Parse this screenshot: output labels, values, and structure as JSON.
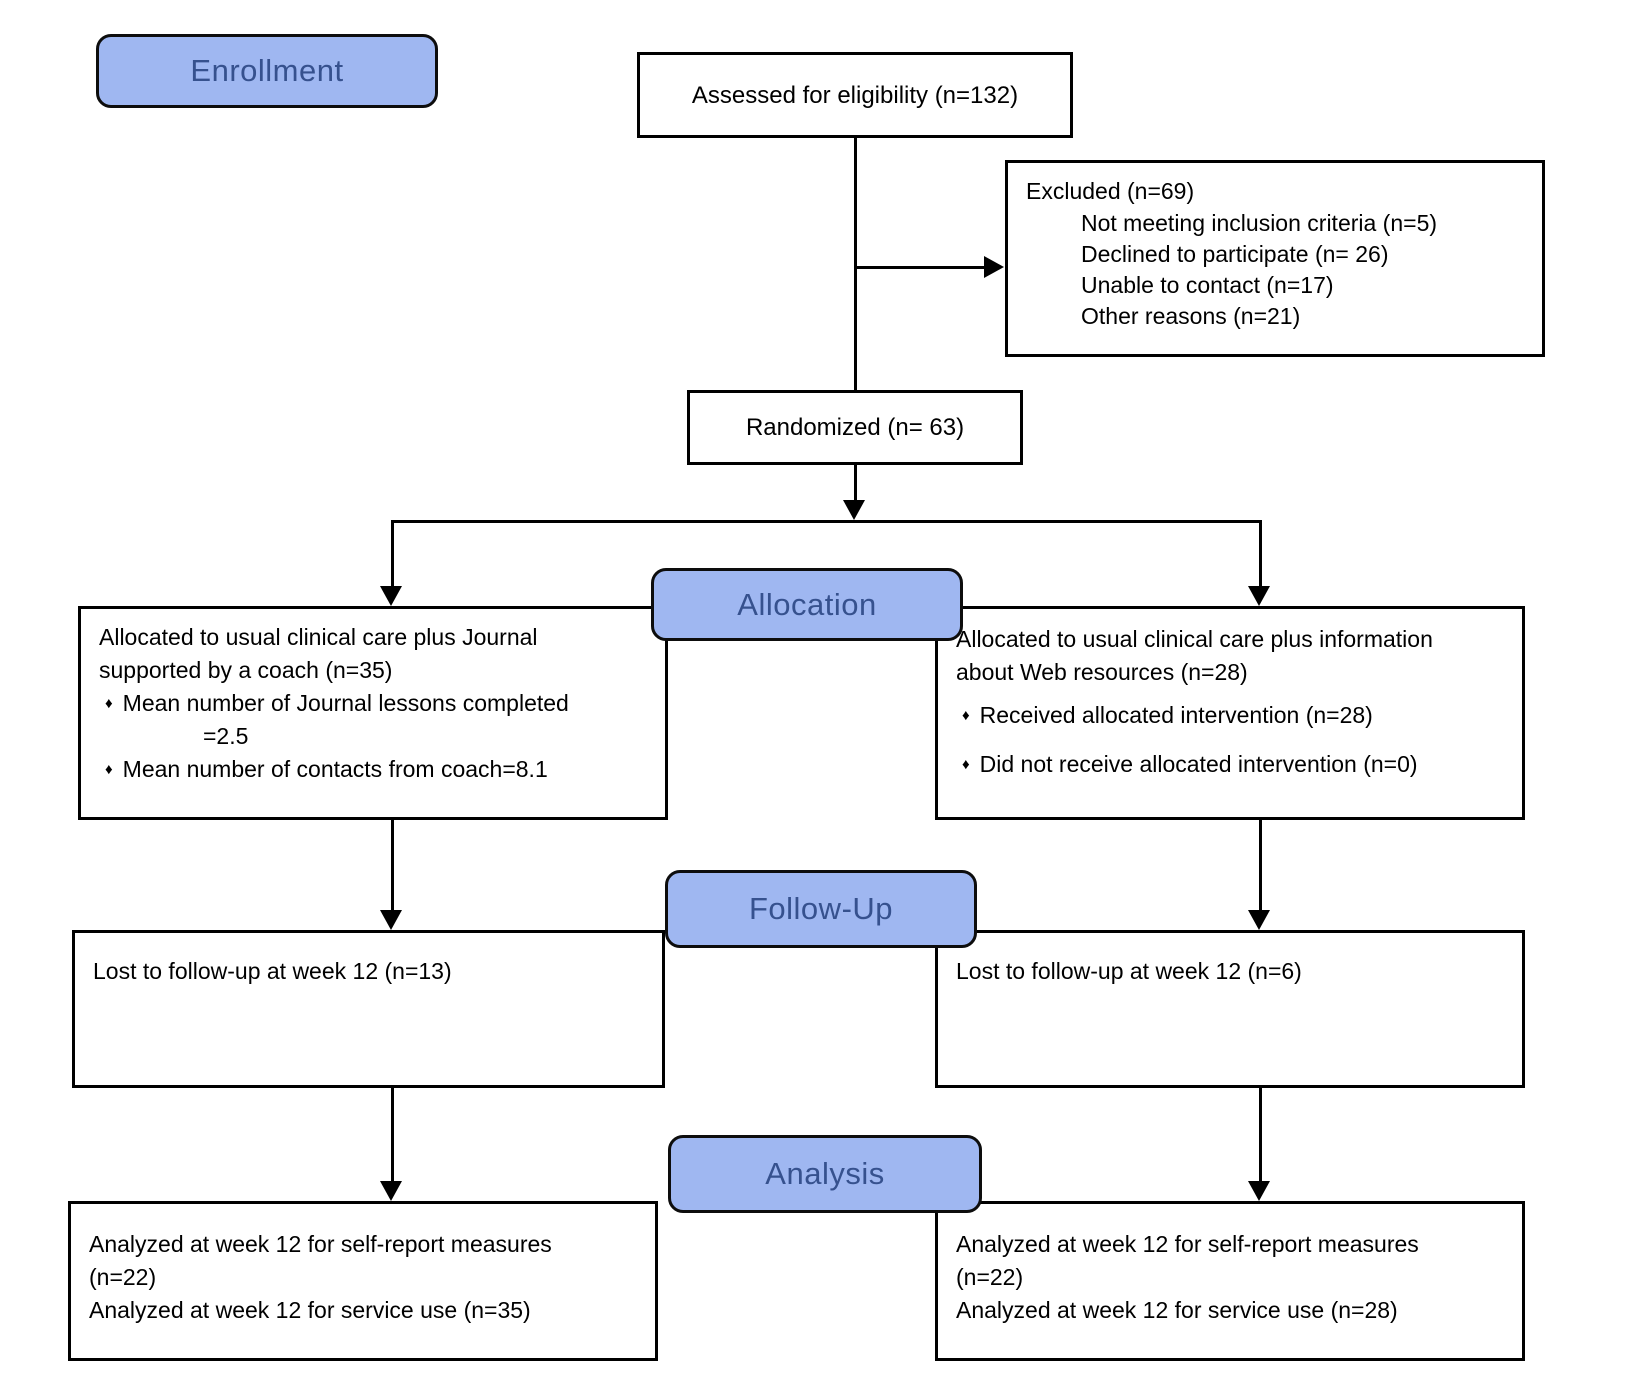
{
  "figure": {
    "type": "consort-flow-diagram",
    "bullet_glyph": "♦",
    "colors": {
      "stage_fill": "#9FB7F1",
      "stage_text": "#36518E",
      "box_border": "#000000",
      "connector": "#000000",
      "background": "#FFFFFF"
    },
    "stages": {
      "enrollment": {
        "label": "Enrollment"
      },
      "allocation": {
        "label": "Allocation"
      },
      "followup": {
        "label": "Follow-Up"
      },
      "analysis": {
        "label": "Analysis"
      }
    },
    "boxes": {
      "assessed": {
        "text": "Assessed for eligibility (n=132)"
      },
      "excluded": {
        "title": "Excluded (n=69)",
        "reasons": [
          "Not meeting inclusion criteria (n=5)",
          "Declined to participate (n= 26)",
          "Unable to contact (n=17)",
          "Other reasons (n=21)"
        ]
      },
      "randomized": {
        "text": "Randomized (n= 63)"
      },
      "allocation_left": {
        "intro_lines": [
          "Allocated to usual clinical care plus Journal",
          "supported by a coach (n=35)"
        ],
        "bullet1_line1": "Mean number of Journal lessons completed",
        "bullet1_line2": "=2.5",
        "bullet2": "Mean number of contacts from coach=8.1"
      },
      "allocation_right": {
        "intro_lines": [
          "Allocated to usual clinical care plus information",
          "about Web resources (n=28)"
        ],
        "bullets": [
          "Received allocated intervention (n=28)",
          "Did not receive allocated intervention (n=0)"
        ]
      },
      "followup_left": {
        "text": "Lost to follow-up at week 12 (n=13)"
      },
      "followup_right": {
        "text": "Lost to follow-up at week 12 (n=6)"
      },
      "analysis_left": {
        "lines": [
          "Analyzed at week 12 for self-report measures",
          "(n=22)",
          "Analyzed at week 12 for service use (n=35)"
        ]
      },
      "analysis_right": {
        "lines": [
          "Analyzed at week 12 for self-report measures",
          "(n=22)",
          "Analyzed at week 12 for service use (n=28)"
        ]
      }
    }
  }
}
